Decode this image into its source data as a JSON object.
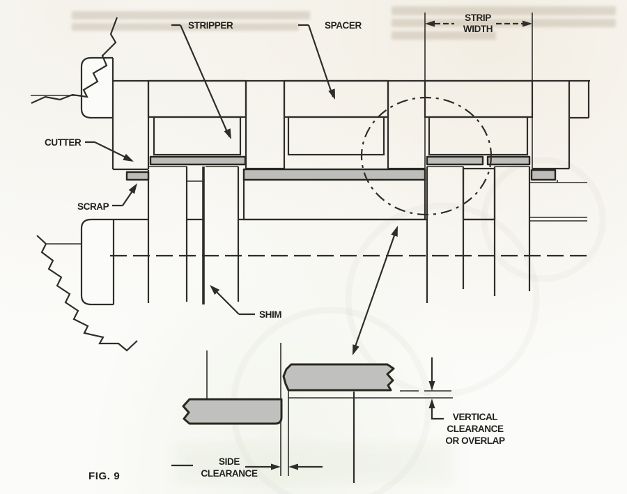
{
  "figure": {
    "caption": "FIG. 9",
    "labels": {
      "stripper": "STRIPPER",
      "spacer": "SPACER",
      "strip_width_1": "STRIP",
      "strip_width_2": "WIDTH",
      "cutter": "CUTTER",
      "scrap": "SCRAP",
      "shim": "SHIM",
      "side_clearance_1": "SIDE",
      "side_clearance_2": "CLEARANCE",
      "vertical_clearance_1": "VERTICAL",
      "vertical_clearance_2": "CLEARANCE",
      "vertical_clearance_3": "OR OVERLAP"
    },
    "colors": {
      "line": "#2e2d29",
      "strip_fill": "#bdbdbb",
      "paper": "#fbfbf9"
    }
  }
}
